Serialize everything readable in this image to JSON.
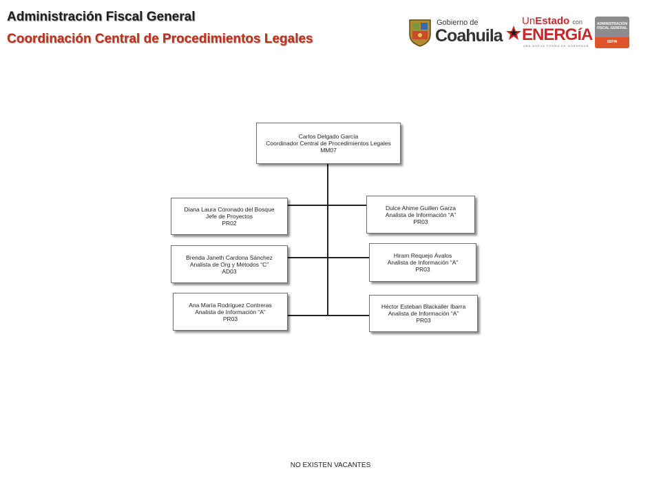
{
  "header": {
    "title": "Administración Fiscal General",
    "subtitle": "Coordinación Central de Procedimientos Legales"
  },
  "logos": {
    "coahuila": {
      "small": "Gobierno de",
      "big": "Coahuila",
      "icon": "coahuila-shield-icon"
    },
    "energia": {
      "top_a": "Un",
      "top_b": "Estado",
      "top_c": "con",
      "big": "ENERGíA",
      "tagline": "UNA NUEVA FORMA DE GOBERNAR",
      "icon": "energia-star-icon"
    },
    "afg": {
      "line1": "ADMINISTRACIÓN",
      "line2": "FISCAL GENERAL",
      "band": "SEFIN"
    }
  },
  "org": {
    "head": {
      "name": "Carlos Delgado García",
      "role": "Coordinador Central de Procedimientos Legales",
      "code": "MM07"
    },
    "left": [
      {
        "name": "Diana Laura Coronado del Bosque",
        "role": "Jefe de Proyectos",
        "code": "PR02"
      },
      {
        "name": "Brenda Janeth Cardona Sánchez",
        "role": "Analista de Org y Métodos “C”",
        "code": "AD03"
      },
      {
        "name": "Ana María Rodríguez Contreras",
        "role": "Analista de Información “A”",
        "code": "PR03"
      }
    ],
    "right": [
      {
        "name": "Dulce Ahime Guillen Garza",
        "role": "Analista de Información “A”",
        "code": "PR03"
      },
      {
        "name": "Hiram Requejo Ávalos",
        "role": "Analista de Información “A”",
        "code": "PR03"
      },
      {
        "name": "Héctor Esteban Blackaller Ibarra",
        "role": "Analista de Información “A”",
        "code": "PR03"
      }
    ]
  },
  "footer": "NO EXISTEN VACANTES",
  "colors": {
    "subtitle": "#c0311c",
    "energia_red": "#c8282b",
    "afg_gray": "#8c8c8c",
    "afg_orange": "#e0542b"
  }
}
